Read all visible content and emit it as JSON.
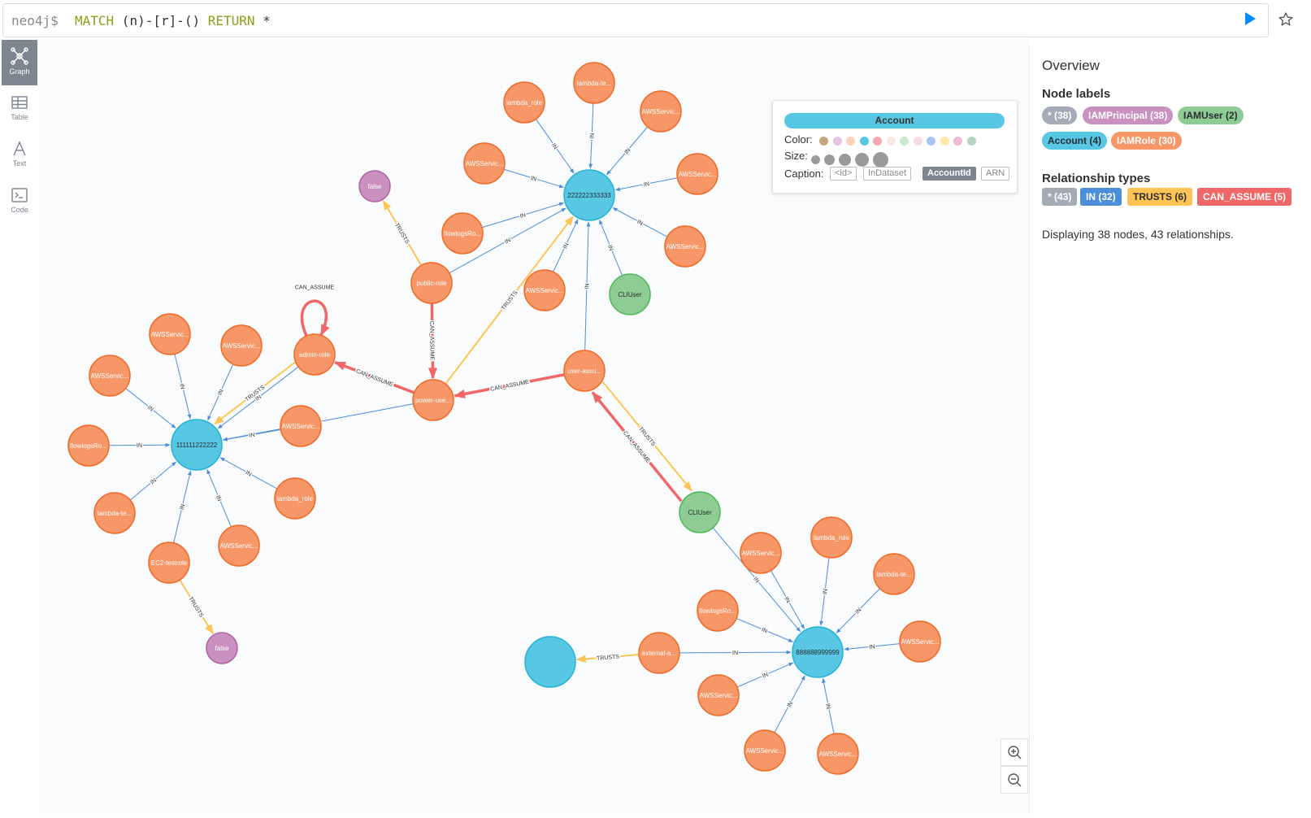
{
  "editor": {
    "prompt": "neo4j$",
    "query_kw1": "MATCH",
    "query_mid": " (n)-[r]-() ",
    "query_kw2": "RETURN",
    "query_end": " *"
  },
  "sidebar": {
    "items": [
      {
        "label": "Graph",
        "icon": "graph-icon"
      },
      {
        "label": "Table",
        "icon": "table-icon"
      },
      {
        "label": "Text",
        "icon": "text-icon"
      },
      {
        "label": "Code",
        "icon": "code-icon"
      }
    ]
  },
  "overview": {
    "title": "Overview",
    "node_labels_title": "Node labels",
    "node_labels": [
      {
        "text": "* (38)",
        "color": "#a5abb6",
        "text_color": "#ffffff"
      },
      {
        "text": "IAMPrincipal (38)",
        "color": "#c990c0",
        "text_color": "#ffffff"
      },
      {
        "text": "IAMUser (2)",
        "color": "#8dcc93",
        "text_color": "#2a2c34"
      },
      {
        "text": "Account (4)",
        "color": "#57c7e3",
        "text_color": "#2a2c34"
      },
      {
        "text": "IAMRole (30)",
        "color": "#f79767",
        "text_color": "#ffffff"
      }
    ],
    "rel_types_title": "Relationship types",
    "rel_types": [
      {
        "text": "* (43)",
        "color": "#a5abb6",
        "text_color": "#ffffff"
      },
      {
        "text": "IN (32)",
        "color": "#4c8eda",
        "text_color": "#ffffff"
      },
      {
        "text": "TRUSTS (6)",
        "color": "#ffc454",
        "text_color": "#2a2c34"
      },
      {
        "text": "CAN_ASSUME (5)",
        "color": "#f16667",
        "text_color": "#ffffff"
      }
    ],
    "summary": "Displaying 38 nodes, 43 relationships."
  },
  "popover": {
    "label": "Account",
    "color_label": "Color:",
    "size_label": "Size:",
    "caption_label": "Caption:",
    "colors": [
      "#c3a57e",
      "#e5c4e0",
      "#fbd1b9",
      "#57c7e3",
      "#f4a7ae",
      "#fce7e2",
      "#c8e8cb",
      "#f6dde2",
      "#a7c6ee",
      "#ffe9a8",
      "#eeb8d6",
      "#b6d3c4"
    ],
    "captions": [
      "<id>",
      "InDataset",
      "AccountId",
      "ARN"
    ],
    "selected_caption": "AccountId"
  },
  "graph": {
    "colors": {
      "Account": "#57c7e3",
      "IAMRole": "#f79767",
      "IAMUser": "#8dcc93",
      "Principal": "#c990c0",
      "IN": "#4c8eda",
      "TRUSTS": "#ffc454",
      "CAN_ASSUME": "#f16667"
    },
    "nodes": [
      {
        "id": "a1",
        "label": "111111222222",
        "type": "Account"
      },
      {
        "id": "a2",
        "label": "222222333333",
        "type": "Account"
      },
      {
        "id": "a3",
        "label": "888888999999",
        "type": "Account"
      },
      {
        "id": "a4",
        "label": "",
        "type": "Account"
      },
      {
        "id": "r1",
        "label": "lambda_role",
        "type": "IAMRole"
      },
      {
        "id": "r2",
        "label": "lambda-te...",
        "type": "IAMRole"
      },
      {
        "id": "r3",
        "label": "AWSServic...",
        "type": "IAMRole"
      },
      {
        "id": "r4",
        "label": "AWSServic...",
        "type": "IAMRole"
      },
      {
        "id": "r5",
        "label": "AWSServic...",
        "type": "IAMRole"
      },
      {
        "id": "r6",
        "label": "AWSServic...",
        "type": "IAMRole"
      },
      {
        "id": "r7",
        "label": "flowlogsRo...",
        "type": "IAMRole"
      },
      {
        "id": "r8",
        "label": "AWSServic...",
        "type": "IAMRole"
      },
      {
        "id": "r9",
        "label": "public-role",
        "type": "IAMRole"
      },
      {
        "id": "r10",
        "label": "admin-role",
        "type": "IAMRole"
      },
      {
        "id": "r11",
        "label": "power-use...",
        "type": "IAMRole"
      },
      {
        "id": "r12",
        "label": "user-assu...",
        "type": "IAMRole"
      },
      {
        "id": "r13",
        "label": "AWSServic...",
        "type": "IAMRole"
      },
      {
        "id": "r14",
        "label": "AWSServic...",
        "type": "IAMRole"
      },
      {
        "id": "r15",
        "label": "AWSServic...",
        "type": "IAMRole"
      },
      {
        "id": "r16",
        "label": "flowlogsRo...",
        "type": "IAMRole"
      },
      {
        "id": "r17",
        "label": "lambda-te...",
        "type": "IAMRole"
      },
      {
        "id": "r18",
        "label": "EC2-testrole",
        "type": "IAMRole"
      },
      {
        "id": "r19",
        "label": "AWSServic...",
        "type": "IAMRole"
      },
      {
        "id": "r20",
        "label": "lambda_role",
        "type": "IAMRole"
      },
      {
        "id": "r21",
        "label": "AWSServic...",
        "type": "IAMRole"
      },
      {
        "id": "r22",
        "label": "AWSServic...",
        "type": "IAMRole"
      },
      {
        "id": "r23",
        "label": "lambda_role",
        "type": "IAMRole"
      },
      {
        "id": "r24",
        "label": "lambda-te...",
        "type": "IAMRole"
      },
      {
        "id": "r25",
        "label": "flowlogsRo...",
        "type": "IAMRole"
      },
      {
        "id": "r26",
        "label": "AWSServic...",
        "type": "IAMRole"
      },
      {
        "id": "r27",
        "label": "external-a...",
        "type": "IAMRole"
      },
      {
        "id": "r28",
        "label": "AWSServic...",
        "type": "IAMRole"
      },
      {
        "id": "r29",
        "label": "AWSServic...",
        "type": "IAMRole"
      },
      {
        "id": "r30",
        "label": "AWSServic...",
        "type": "IAMRole"
      },
      {
        "id": "u1",
        "label": "CLIUser",
        "type": "IAMUser"
      },
      {
        "id": "u2",
        "label": "CLIUser",
        "type": "IAMUser"
      },
      {
        "id": "p1",
        "label": "false",
        "type": "Principal"
      },
      {
        "id": "p2",
        "label": "false",
        "type": "Principal"
      }
    ],
    "edges": [
      {
        "from": "r1",
        "to": "a2",
        "type": "IN",
        "label": "IN"
      },
      {
        "from": "r2",
        "to": "a2",
        "type": "IN",
        "label": "IN"
      },
      {
        "from": "r3",
        "to": "a2",
        "type": "IN",
        "label": "IN"
      },
      {
        "from": "r4",
        "to": "a2",
        "type": "IN",
        "label": "IN"
      },
      {
        "from": "r5",
        "to": "a2",
        "type": "IN",
        "label": "IN"
      },
      {
        "from": "r6",
        "to": "a2",
        "type": "IN",
        "label": "IN"
      },
      {
        "from": "r7",
        "to": "a2",
        "type": "IN",
        "label": "IN"
      },
      {
        "from": "r8",
        "to": "a2",
        "type": "IN",
        "label": "IN"
      },
      {
        "from": "r9",
        "to": "a2",
        "type": "IN",
        "label": "IN"
      },
      {
        "from": "u1",
        "to": "a2",
        "type": "IN",
        "label": "IN"
      },
      {
        "from": "r12",
        "to": "a2",
        "type": "IN",
        "label": "IN"
      },
      {
        "from": "r11",
        "to": "a2",
        "type": "TRUSTS",
        "label": "TRUSTS"
      },
      {
        "from": "r9",
        "to": "p1",
        "type": "TRUSTS",
        "label": "TRUSTS"
      },
      {
        "from": "r9",
        "to": "r11",
        "type": "CAN_ASSUME",
        "label": "CAN_ASSUME"
      },
      {
        "from": "r11",
        "to": "r10",
        "type": "CAN_ASSUME",
        "label": "CAN_ASSUME"
      },
      {
        "from": "r12",
        "to": "r11",
        "type": "CAN_ASSUME",
        "label": "CAN_ASSUME"
      },
      {
        "from": "u2",
        "to": "r12",
        "type": "CAN_ASSUME",
        "label": "CAN_ASSUME"
      },
      {
        "from": "r12",
        "to": "u2",
        "type": "TRUSTS",
        "label": "TRUSTS"
      },
      {
        "from": "r10",
        "to": "r10",
        "type": "CAN_ASSUME",
        "label": "CAN_ASSUME"
      },
      {
        "from": "r10",
        "to": "a1",
        "type": "IN",
        "label": "IN"
      },
      {
        "from": "r10",
        "to": "a1",
        "type": "TRUSTS",
        "label": "TRUSTS"
      },
      {
        "from": "r11",
        "to": "a1",
        "type": "IN",
        "label": "IN"
      },
      {
        "from": "r13",
        "to": "a1",
        "type": "IN",
        "label": "IN"
      },
      {
        "from": "r14",
        "to": "a1",
        "type": "IN",
        "label": "IN"
      },
      {
        "from": "r15",
        "to": "a1",
        "type": "IN",
        "label": "IN"
      },
      {
        "from": "r16",
        "to": "a1",
        "type": "IN",
        "label": "IN"
      },
      {
        "from": "r17",
        "to": "a1",
        "type": "IN",
        "label": "IN"
      },
      {
        "from": "r18",
        "to": "a1",
        "type": "IN",
        "label": "IN"
      },
      {
        "from": "r19",
        "to": "a1",
        "type": "IN",
        "label": "IN"
      },
      {
        "from": "r20",
        "to": "a1",
        "type": "IN",
        "label": "IN"
      },
      {
        "from": "r21",
        "to": "a1",
        "type": "IN",
        "label": "IN"
      },
      {
        "from": "r18",
        "to": "p2",
        "type": "TRUSTS",
        "label": "TRUSTS"
      },
      {
        "from": "u2",
        "to": "a3",
        "type": "IN",
        "label": "IN"
      },
      {
        "from": "r22",
        "to": "a3",
        "type": "IN",
        "label": "IN"
      },
      {
        "from": "r23",
        "to": "a3",
        "type": "IN",
        "label": "IN"
      },
      {
        "from": "r24",
        "to": "a3",
        "type": "IN",
        "label": "IN"
      },
      {
        "from": "r25",
        "to": "a3",
        "type": "IN",
        "label": "IN"
      },
      {
        "from": "r26",
        "to": "a3",
        "type": "IN",
        "label": "IN"
      },
      {
        "from": "r27",
        "to": "a3",
        "type": "IN",
        "label": "IN"
      },
      {
        "from": "r28",
        "to": "a3",
        "type": "IN",
        "label": "IN"
      },
      {
        "from": "r29",
        "to": "a3",
        "type": "IN",
        "label": "IN"
      },
      {
        "from": "r30",
        "to": "a3",
        "type": "IN",
        "label": "IN"
      },
      {
        "from": "r27",
        "to": "a4",
        "type": "TRUSTS",
        "label": "TRUSTS"
      }
    ]
  }
}
